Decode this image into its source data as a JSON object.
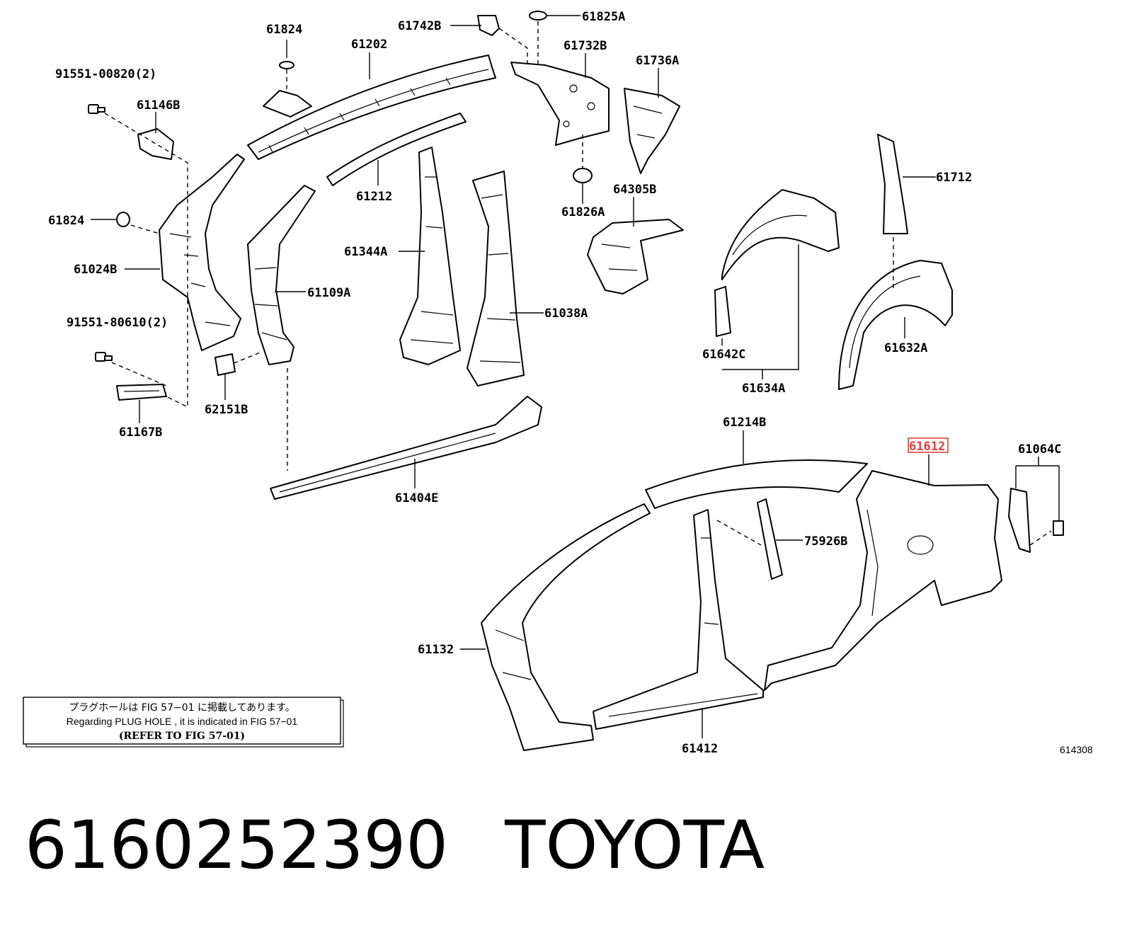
{
  "labels": {
    "p61824_top": "61824",
    "p61742B": "61742B",
    "p61825A": "61825A",
    "p61202": "61202",
    "p61732B": "61732B",
    "p61736A": "61736A",
    "p91551_00820": "91551-00820(2)",
    "p61146B": "61146B",
    "p61824_left": "61824",
    "p61024B": "61024B",
    "p61212": "61212",
    "p61344A": "61344A",
    "p61109A": "61109A",
    "p61038A": "61038A",
    "p64305B": "64305B",
    "p61826A": "61826A",
    "p61712": "61712",
    "p91551_80610": "91551-80610(2)",
    "p62151B": "62151B",
    "p61167B": "61167B",
    "p61642C": "61642C",
    "p61634A": "61634A",
    "p61632A": "61632A",
    "p61404E": "61404E",
    "p61214B": "61214B",
    "p61612": "61612",
    "p61064C": "61064C",
    "p75926B": "75926B",
    "p61132": "61132",
    "p61412": "61412"
  },
  "note": {
    "jp": "プラグホールは FIG 57−01 に掲載してあります。",
    "en": "Regarding  PLUG  HOLE , it is indicated in  FIG  57−01",
    "ref": "(REFER TO FIG 57-01)"
  },
  "figure_number": "614308",
  "footer": {
    "part_number": "6160252390",
    "brand": "TOYOTA"
  },
  "colors": {
    "highlight": "#e04040",
    "ink": "#000000"
  }
}
